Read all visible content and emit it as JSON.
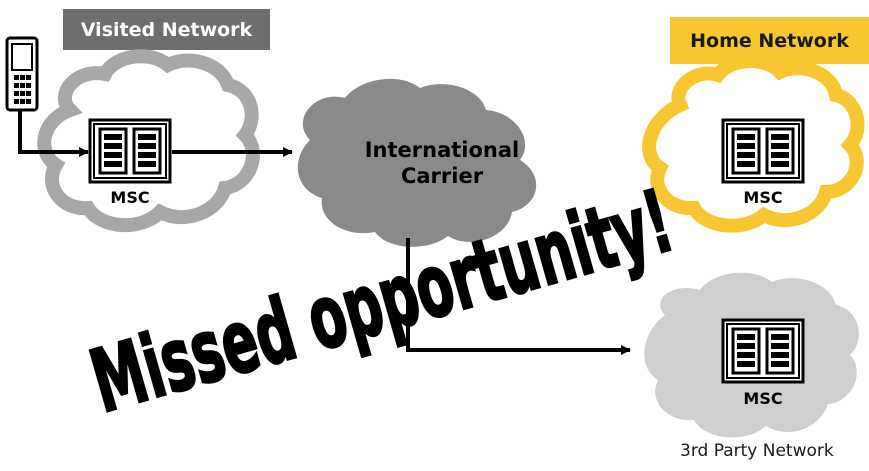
{
  "labels": {
    "visited_network": "Visited Network",
    "home_network": "Home Network",
    "international_carrier_line1": "International",
    "international_carrier_line2": "Carrier",
    "third_party_network": "3rd Party Network",
    "msc": "MSC",
    "missed_opportunity": "Missed opportunity!"
  },
  "colors": {
    "visited_label_bg": "#6e6e70",
    "home_label_bg": "#f7c630",
    "visited_cloud": "#a7a7a9",
    "home_cloud": "#f7c630",
    "carrier_cloud": "#8a8a8c",
    "third_party_cloud": "#cfcfd1",
    "lines": "#000000"
  },
  "icons": {
    "phone": "mobile-phone-icon",
    "server": "msc-server-icon"
  }
}
